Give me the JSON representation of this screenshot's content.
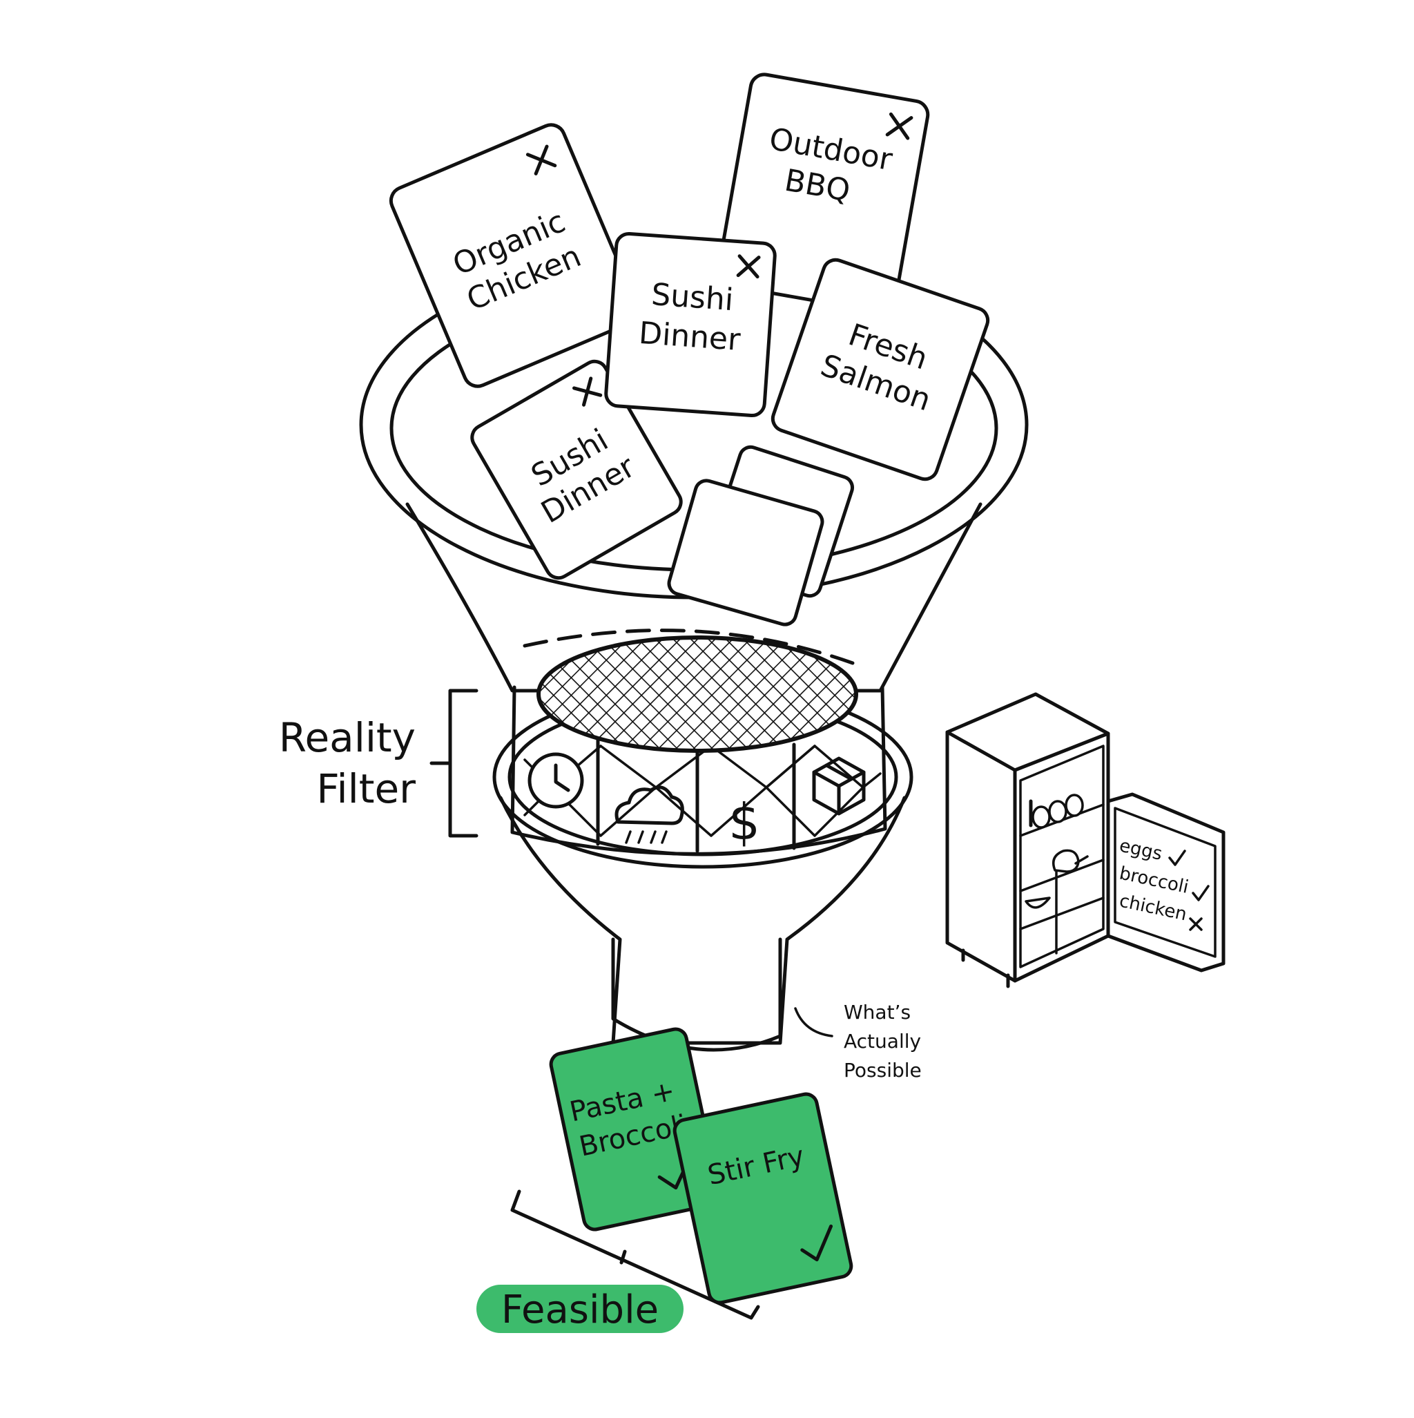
{
  "diagram": {
    "input_cards": [
      {
        "label_lines": [
          "Organic",
          "Chicken"
        ],
        "mark": "x"
      },
      {
        "label_lines": [
          "Outdoor",
          "BBQ"
        ],
        "mark": "x"
      },
      {
        "label_lines": [
          "Sushi",
          "Dinner"
        ],
        "mark": "x"
      },
      {
        "label_lines": [
          "Fresh",
          "Salmon"
        ],
        "mark": ""
      },
      {
        "label_lines": [
          "Sushi",
          "Dinner"
        ],
        "mark": "x"
      }
    ],
    "filter_label_lines": [
      "Reality",
      "Filter"
    ],
    "filter_icons": [
      "clock-icon",
      "rain-cloud-icon",
      "dollar-icon",
      "box-icon"
    ],
    "dollar_symbol": "$",
    "outlet_note_lines": [
      "What’s",
      "Actually",
      "Possible"
    ],
    "fridge_checklist": [
      {
        "item": "eggs",
        "status": "check"
      },
      {
        "item": "broccoli",
        "status": "check"
      },
      {
        "item": "chicken",
        "status": "x"
      }
    ],
    "output_cards": [
      {
        "label_lines": [
          "Pasta +",
          "Broccoli"
        ],
        "mark": "check"
      },
      {
        "label_lines": [
          "Stir Fry"
        ],
        "mark": "check"
      }
    ],
    "output_badge": "Feasible",
    "colors": {
      "accent_green": "#3dbb6c",
      "line": "#111111"
    }
  }
}
